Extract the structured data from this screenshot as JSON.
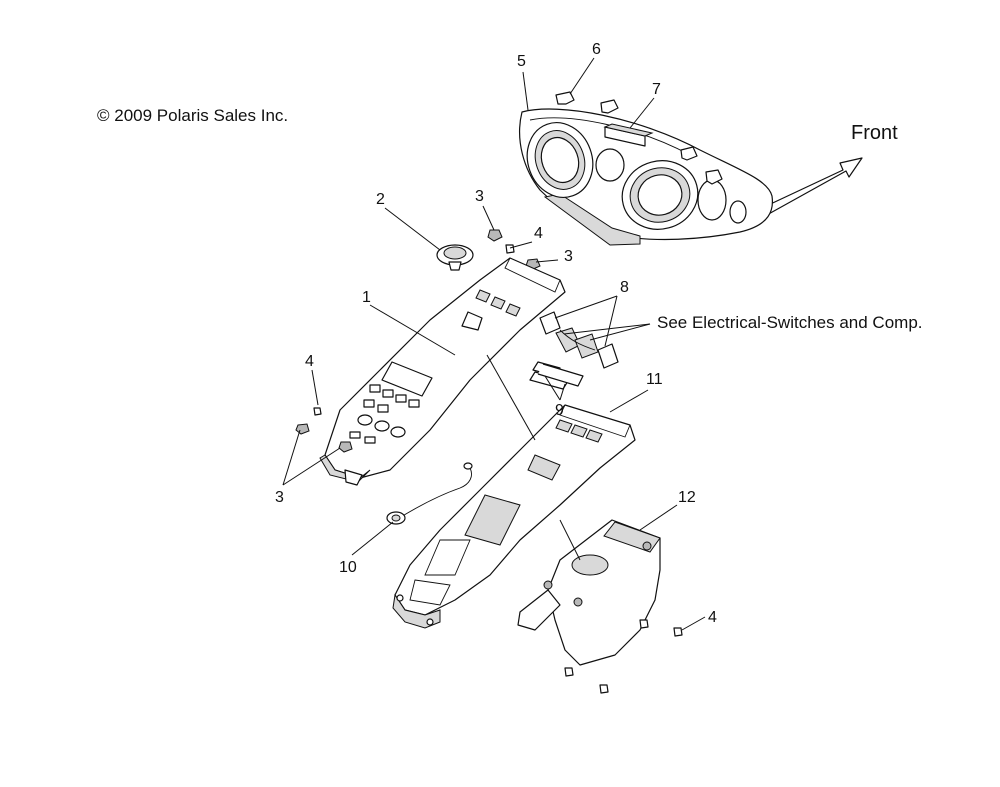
{
  "copyright": "© 2009 Polaris Sales Inc.",
  "front_label": "Front",
  "note": "See Electrical-Switches and Comp.",
  "callouts": {
    "c1": "1",
    "c2": "2",
    "c3a": "3",
    "c3b": "3",
    "c3c": "3",
    "c4a": "4",
    "c4b": "4",
    "c4c": "4",
    "c5": "5",
    "c6": "6",
    "c7": "7",
    "c8": "8",
    "c9": "9",
    "c10": "10",
    "c11": "11",
    "c12": "12"
  },
  "colors": {
    "line": "#111111",
    "shade": "#d9d9d9",
    "background": "#ffffff"
  }
}
